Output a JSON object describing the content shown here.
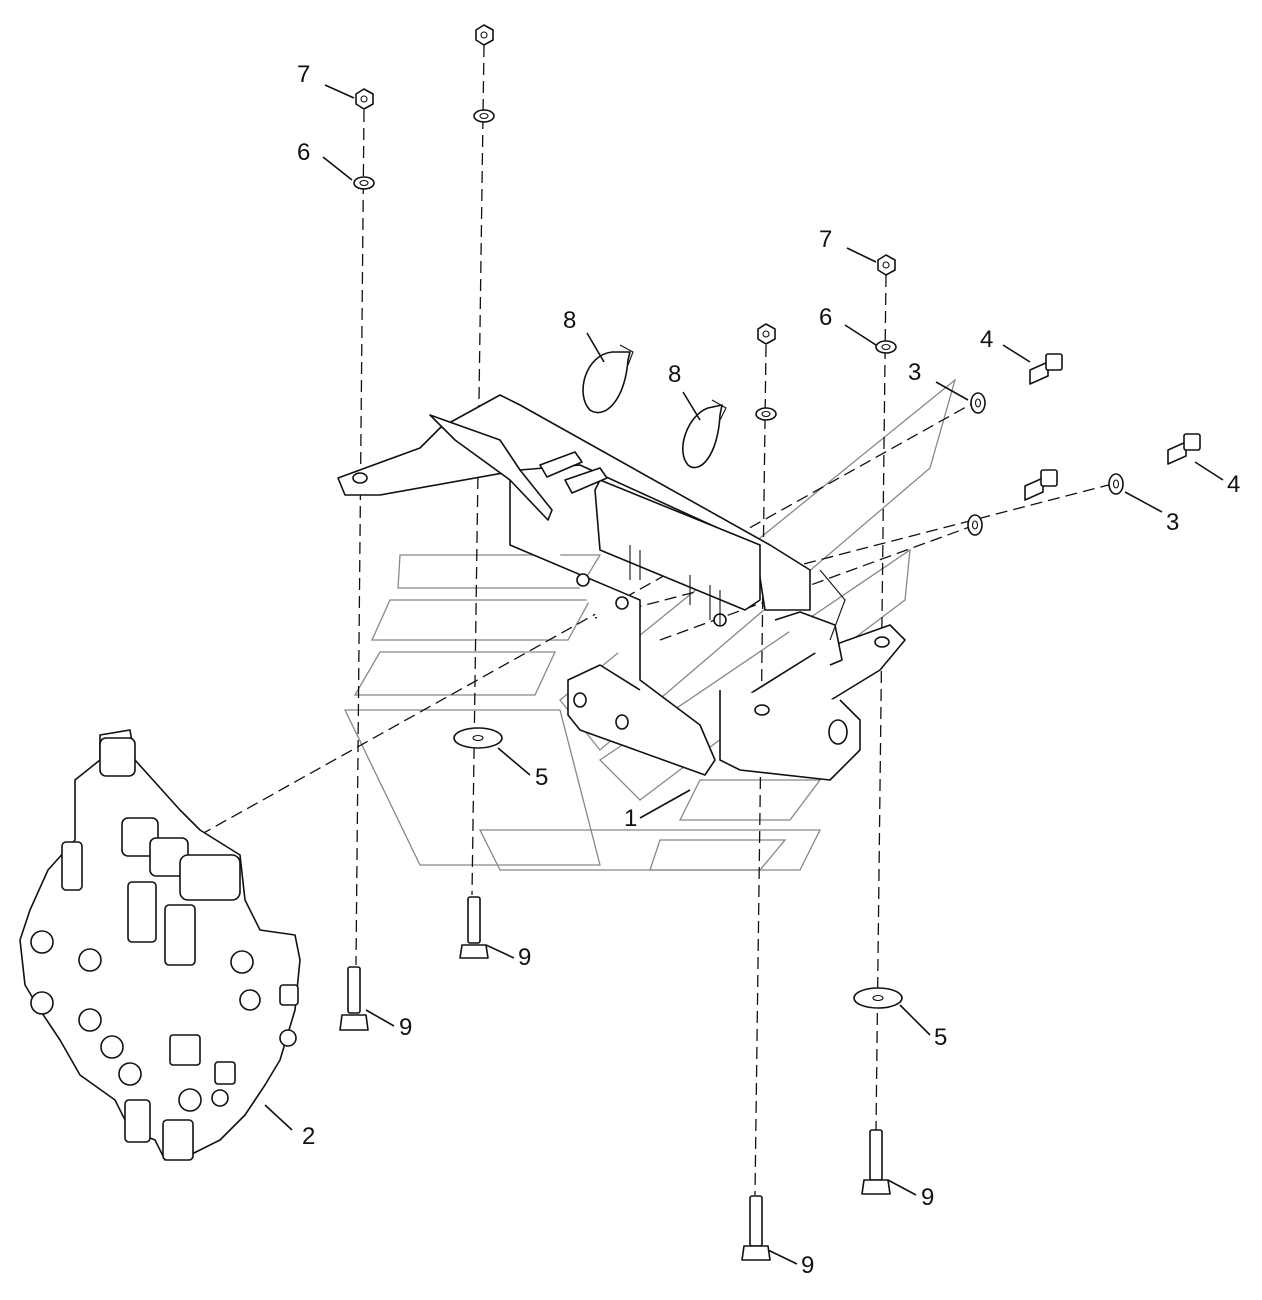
{
  "callouts": {
    "c1": "1",
    "c2": "2",
    "c3a": "3",
    "c3b": "3",
    "c4a": "4",
    "c4b": "4",
    "c5a": "5",
    "c5b": "5",
    "c6a": "6",
    "c6b": "6",
    "c7a": "7",
    "c7b": "7",
    "c8a": "8",
    "c8b": "8",
    "c9a": "9",
    "c9b": "9",
    "c9c": "9",
    "c9d": "9"
  }
}
